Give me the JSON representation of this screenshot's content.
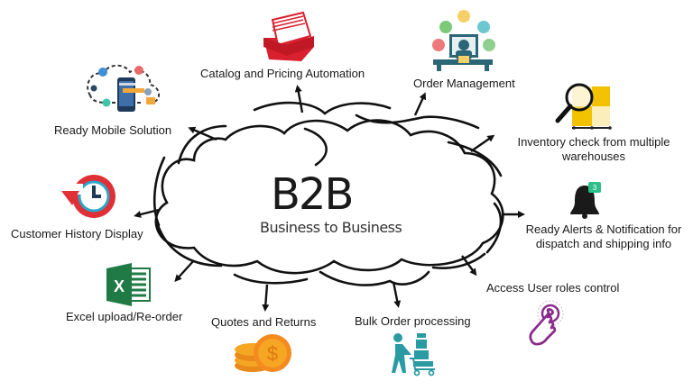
{
  "center": {
    "title": "B2B",
    "subtitle": "Business to Business"
  },
  "features": [
    {
      "id": "catalog",
      "label": "Catalog and Pricing Automation",
      "icon": "card-file-box-icon"
    },
    {
      "id": "order",
      "label": "Order Management",
      "icon": "person-at-computer-icon"
    },
    {
      "id": "mobile",
      "label": "Ready Mobile Solution",
      "icon": "mobile-phone-network-icon"
    },
    {
      "id": "inventory",
      "label_lines": [
        "Inventory check from multiple",
        "warehouses"
      ],
      "icon": "magnifier-boxes-icon"
    },
    {
      "id": "history",
      "label": "Customer History Display",
      "icon": "clock-history-icon"
    },
    {
      "id": "alerts",
      "label_lines": [
        "Ready Alerts & Notification for",
        "dispatch and shipping info"
      ],
      "icon": "bell-notification-icon",
      "badge": "3"
    },
    {
      "id": "excel",
      "label": "Excel upload/Re-order",
      "icon": "excel-icon",
      "icon_letter": "X"
    },
    {
      "id": "roles",
      "label": "Access User roles control",
      "icon": "pointing-hand-icon"
    },
    {
      "id": "quotes",
      "label": "Quotes and Returns",
      "icon": "coins-dollar-icon",
      "icon_symbol": "$"
    },
    {
      "id": "bulk",
      "label": "Bulk Order processing",
      "icon": "person-cart-icon"
    }
  ],
  "colors": {
    "catalog_red": "#d9202e",
    "excel_green": "#1f7a45",
    "bulk_teal": "#2a9aa3",
    "coin_orange": "#f5a623",
    "roles_purple": "#8a2b8c",
    "inventory_yellow": "#f2c200",
    "history_red": "#e03037",
    "order_teal": "#2b6677",
    "alert_badge_green": "#2bbf8a"
  }
}
